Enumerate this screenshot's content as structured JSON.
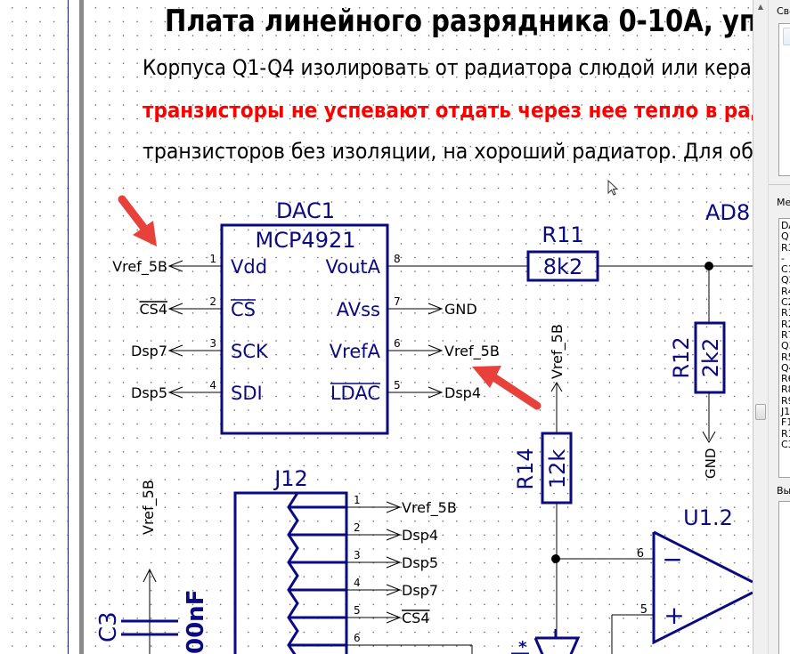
{
  "sheet": {
    "title": "Плата линейного разрядника 0-10А, уп",
    "notes": [
      {
        "text": "Корпуса Q1-Q4 изолировать от радиатора слюдой или керам",
        "color": "#000000"
      },
      {
        "text": "транзисторы не успевают отдать через нее тепло в рад",
        "color": "#ff0000"
      },
      {
        "text": "транзисторов без изоляции, на хороший радиатор. Для обл",
        "color": "#000000"
      }
    ]
  },
  "colors": {
    "component": "#0a0a82",
    "wire": "#000000",
    "arrow": "#e8413c",
    "warning": "#ff0000"
  },
  "dac": {
    "ref": "DAC1",
    "part": "MCP4921",
    "left_pins": [
      {
        "num": "1",
        "name": "Vdd",
        "net": "Vref_5B",
        "overline_name": false,
        "overline_net": false
      },
      {
        "num": "2",
        "name": "CS",
        "net": "CS4",
        "overline_name": true,
        "overline_net": true
      },
      {
        "num": "3",
        "name": "SCK",
        "net": "Dsp7",
        "overline_name": false,
        "overline_net": false
      },
      {
        "num": "4",
        "name": "SDI",
        "net": "Dsp5",
        "overline_name": false,
        "overline_net": false
      }
    ],
    "right_pins": [
      {
        "num": "8",
        "name": "VoutA",
        "net": "",
        "overline_name": false
      },
      {
        "num": "7",
        "name": "AVss",
        "net": "GND",
        "overline_name": false
      },
      {
        "num": "6",
        "name": "VrefA",
        "net": "Vref_5B",
        "overline_name": false
      },
      {
        "num": "5",
        "name": "LDAC",
        "net": "Dsp4",
        "overline_name": true
      }
    ]
  },
  "resistors": {
    "r11": {
      "ref": "R11",
      "value": "8k2"
    },
    "r12": {
      "ref": "R12",
      "value": "2k2",
      "net_bottom": "GND"
    },
    "r14": {
      "ref": "R14",
      "value": "12k",
      "net_top": "Vref_5B"
    }
  },
  "partial_labels": {
    "ad8": "AD8",
    "c3_value": "00nF"
  },
  "capacitor": {
    "ref": "C3",
    "net_top": "Vref_5B"
  },
  "connector": {
    "ref": "J12",
    "pins": [
      {
        "num": "1",
        "net": "Vref_5B",
        "overline": false
      },
      {
        "num": "2",
        "net": "Dsp4",
        "overline": false
      },
      {
        "num": "3",
        "net": "Dsp5",
        "overline": false
      },
      {
        "num": "4",
        "net": "Dsp7",
        "overline": false
      },
      {
        "num": "5",
        "net": "CS4",
        "overline": true
      },
      {
        "num": "6",
        "net": "",
        "overline": false
      }
    ]
  },
  "opamp": {
    "ref": "U1.2",
    "pin_inv": "6",
    "pin_noninv": "5",
    "minus_sign": "−",
    "plus_sign": "+"
  },
  "misc": {
    "star": "*"
  },
  "right_panel": {
    "properties_label": "Сво",
    "components_label": "Ме",
    "components_list": [
      "DA",
      "Q1",
      "R3",
      "-",
      "C1",
      "Q2",
      "R4",
      "C2",
      "R1",
      "R2",
      "R7",
      "Q3",
      "R5",
      "Q4",
      "R6",
      "R8",
      "R9",
      "J1",
      "F1",
      "R1",
      "C3"
    ],
    "output_label": "Вы"
  }
}
